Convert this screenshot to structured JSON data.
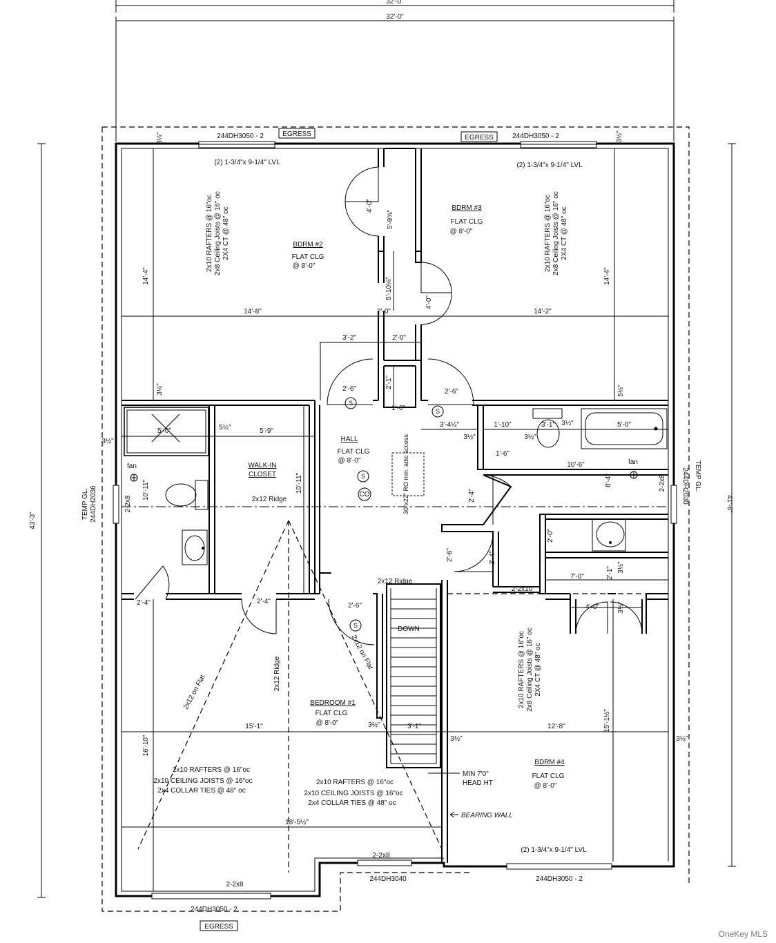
{
  "overall": {
    "top_dim_1": "32'-0\"",
    "top_dim_2": "32'-0\"",
    "left_dim": "43'-3\"",
    "right_dim": "41'-6\""
  },
  "windows": {
    "top_left": "244DH3050 - 2",
    "top_right": "244DH3050 - 2",
    "bottom_left": "244DH3050 - 2",
    "bottom_mid": "244DH3040",
    "bottom_right": "244DH3050 - 2",
    "left_side": "244DH2036",
    "right_side": "244DH2030",
    "egress": "EGRESS",
    "temp_gl": "TEMP GL."
  },
  "rooms": {
    "bdrm2": {
      "name": "BDRM #2",
      "ceiling": "FLAT CLG",
      "height": "@  8'-0\""
    },
    "bdrm3": {
      "name": "BDRM #3",
      "ceiling": "FLAT CLG",
      "height": "@  8'-0\""
    },
    "bdrm4": {
      "name": "BDRM #4",
      "ceiling": "FLAT CLG",
      "height": "@  8'-0\""
    },
    "bedroom1": {
      "name": "BEDROOM #1",
      "ceiling": "FLAT CLG",
      "height": "@  8'-0\""
    },
    "hall": {
      "name": "HALL",
      "ceiling": "FLAT CLG",
      "height": "@  8'-0\""
    },
    "closet": {
      "line1": "WALK-IN",
      "line2": "CLOSET"
    }
  },
  "framing": {
    "lvl": "(2) 1-3/4\"x 9-1/4\" LVL",
    "rafters": "2x10  RAFTERS  @ 16\"oc",
    "joists": "2x8 Ceiling Joists @ 16\" oc",
    "ct": "2X4 CT @ 48\" oc",
    "rafters_b": "2x10 RAFTERS  @ 16\"oc",
    "joists_b": "2x10 CEILING JOISTS  @ 16\"oc",
    "collar": "2x4 COLLAR TIES   @ 48\" oc",
    "ridge": "2x12 Ridge",
    "on_flat": "2x12 on Flat",
    "header_2x10": "2-2x10",
    "header_2x8": "2-2x8",
    "header_2x8_v": "2-2x8",
    "bearing": "BEARING WALL",
    "head_ht_1": "MIN 7'0\"",
    "head_ht_2": "HEAD HT",
    "down": "DOWN",
    "attic": "30\"x22\" RO min. attic access",
    "fan": "fan",
    "smoke": "S",
    "co": "CO"
  },
  "dims": {
    "d14_4": "14'-4\"",
    "d14_8": "14'-8\"",
    "d14_2": "14'-2\"",
    "d3_2": "3'-2\"",
    "d2_0": "2'-0\"",
    "d2_6": "2'-6\"",
    "d2_1": "2'-1\"",
    "d1_6": "1'-6\"",
    "d3_4h": "3'-4½\"",
    "d1_10": "1'-10\"",
    "d3_1": "3'-1\"",
    "d5_0": "5'-0\"",
    "d10_6": "10'-6\"",
    "d8_4": "8'-4\"",
    "d2_4": "2'-4\"",
    "d5_9": "5'-9\"",
    "d5_1": "5½\"",
    "d10_11": "10'-11\"",
    "d3_4": "3'-4\"",
    "d7_0": "7'-0\"",
    "d4_0": "4'-0\"",
    "d15_1": "15'-1\"",
    "d12_8": "12'-8\"",
    "d16_10": "16'-10\"",
    "d15_1h": "15'-1½\"",
    "d18_5": "18'-5½\"",
    "d3_half": "3½\"",
    "d5_9_5": "5'-9⅝\"",
    "d5_10": "5'-10⅛\"",
    "d4_0b": "4'-0\""
  },
  "watermark": "OneKey MLS"
}
